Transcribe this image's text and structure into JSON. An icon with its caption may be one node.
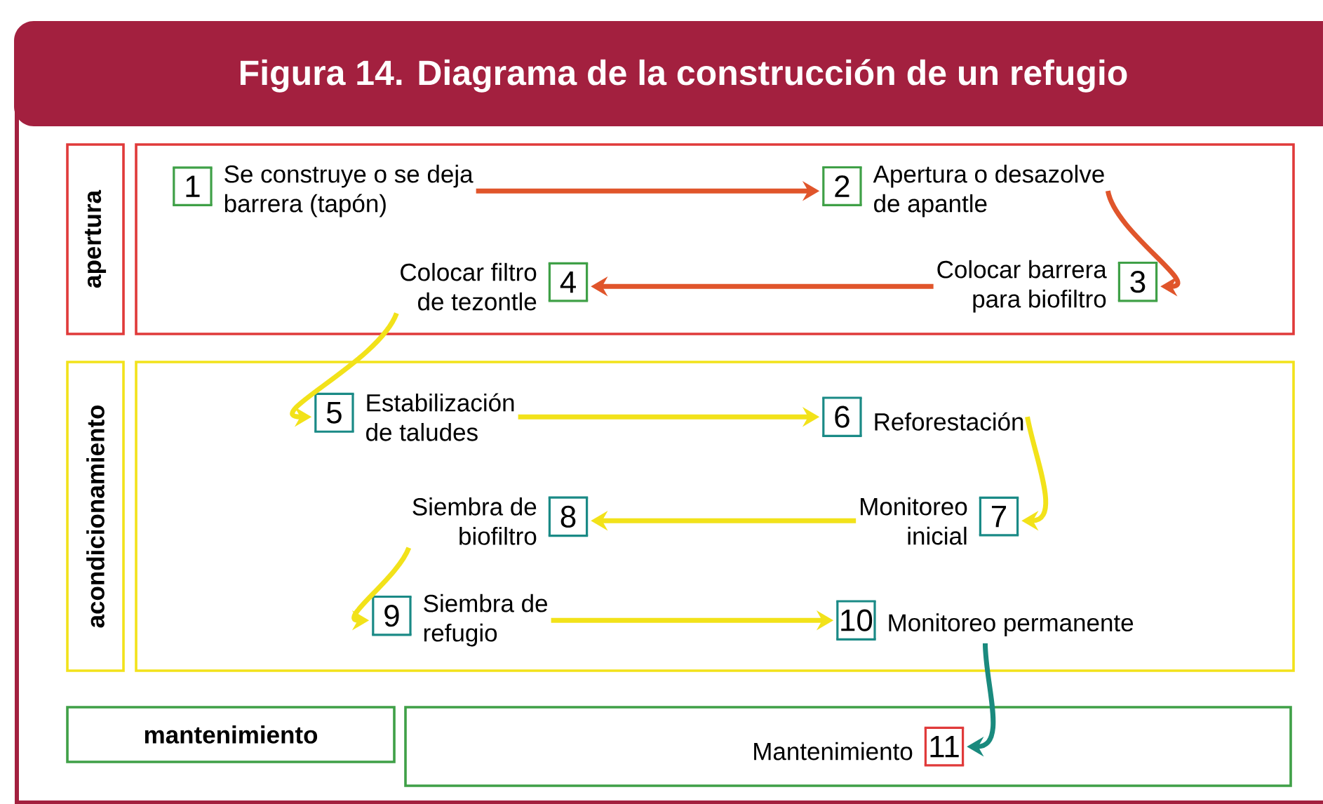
{
  "diagram": {
    "title": "Figura 14. Diagrama de la construcción de un refugio",
    "nodes": [
      {
        "text": [
          "apertura"
        ]
      },
      {
        "text": [],
        "shape": "box"
      },
      {
        "text": [
          "1",
          "Se construye o se deja barrera (tapón)"
        ],
        "in": 1
      },
      {
        "text": [
          "2",
          "Apertura o desazolve de apantle"
        ],
        "in": 1
      },
      {
        "text": [
          "Colocar barrera para biofiltro",
          "3"
        ],
        "in": 1
      },
      {
        "text": [
          "Colocar filtro de tezontle",
          "4"
        ],
        "in": 1
      },
      {
        "text": [
          "acondicionamiento"
        ]
      },
      {
        "text": [],
        "shape": "box"
      },
      {
        "text": [
          "5",
          "Estabilización de taludes"
        ],
        "in": 7
      },
      {
        "text": [
          "6",
          "Reforestación"
        ],
        "in": 7
      },
      {
        "text": [
          "Monitoreo inicial",
          "7"
        ],
        "in": 7
      },
      {
        "text": [
          "Siembra de biofiltro",
          "8"
        ],
        "in": 7
      },
      {
        "text": [
          "9",
          "Siembra de refugio"
        ],
        "in": 7
      },
      {
        "text": [
          "10",
          "Monitoreo permanente"
        ],
        "in": 7
      },
      {
        "text": [
          "mantenimiento"
        ]
      },
      {
        "text": [],
        "shape": "box"
      },
      {
        "text": [
          "Mantenimiento",
          "11"
        ],
        "in": 15
      }
    ],
    "edges": [
      {
        "from": 2,
        "to": 3,
        "arrow": "to",
        "color": "#e0552b"
      },
      {
        "from": 3,
        "to": 4,
        "arrow": "to",
        "color": "#e0552b"
      },
      {
        "from": 4,
        "to": 5,
        "arrow": "to",
        "color": "#e0552b"
      },
      {
        "from": 5,
        "to": 8,
        "arrow": "to"
      },
      {
        "from": 8,
        "to": 9,
        "arrow": "to"
      },
      {
        "from": 9,
        "to": 10,
        "arrow": "to"
      },
      {
        "from": 10,
        "to": 11,
        "arrow": "to"
      },
      {
        "from": 11,
        "to": 12,
        "arrow": "to"
      },
      {
        "from": 12,
        "to": 13,
        "arrow": "to"
      },
      {
        "from": 13,
        "to": 16,
        "arrow": "to",
        "color": "#1a8a7e"
      }
    ]
  }
}
